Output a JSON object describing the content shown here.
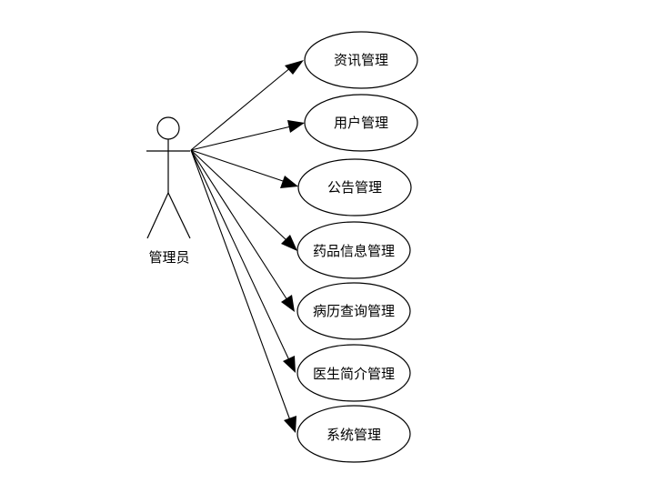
{
  "actor": {
    "label": "管理员",
    "icon": "stick-figure-icon"
  },
  "use_cases": [
    {
      "label": "资讯管理"
    },
    {
      "label": "用户管理"
    },
    {
      "label": "公告管理"
    },
    {
      "label": "药品信息管理"
    },
    {
      "label": "病历查询管理"
    },
    {
      "label": "医生简介管理"
    },
    {
      "label": "系统管理"
    }
  ],
  "colors": {
    "stroke": "#000000",
    "background": "#ffffff"
  }
}
